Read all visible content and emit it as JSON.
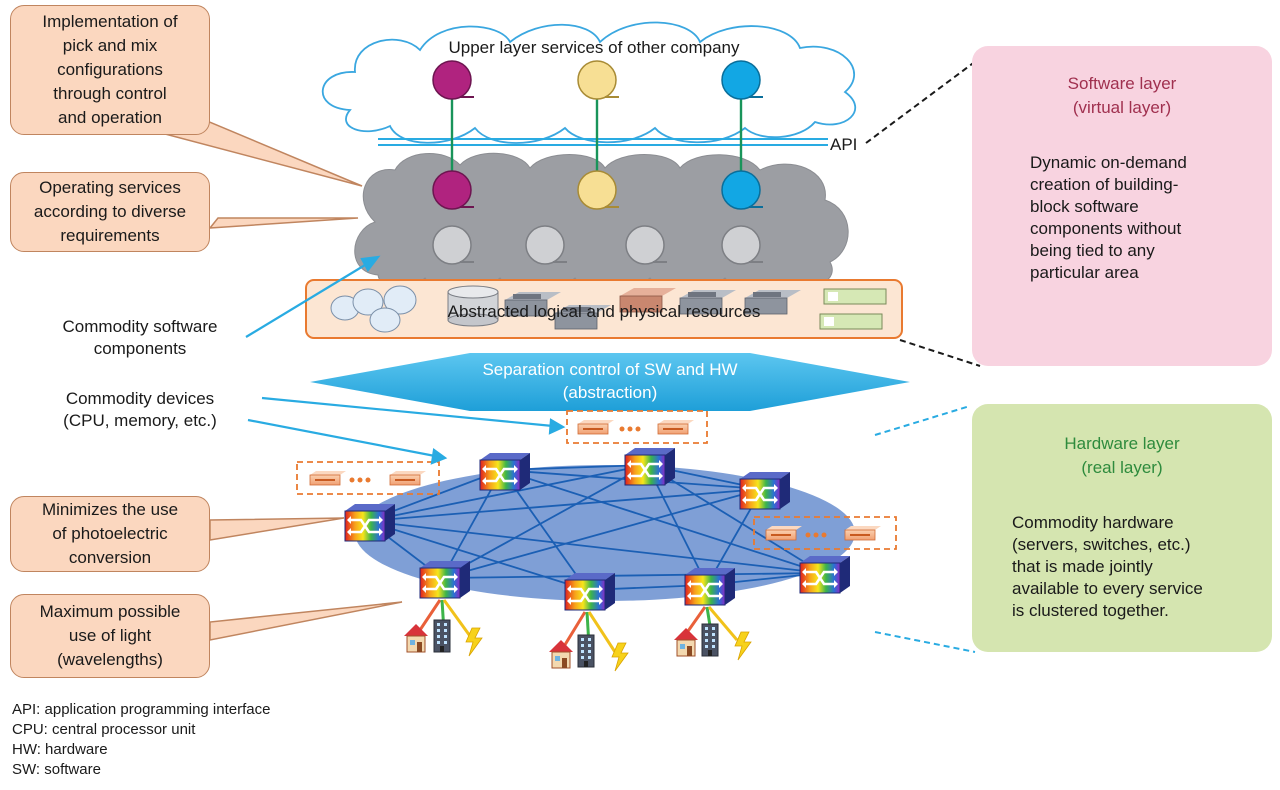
{
  "cloud_title": "Upper layer services of other company",
  "api_label": "API",
  "resources_label": "Abstracted logical and physical resources",
  "separation": {
    "line1": "Separation control of SW and HW",
    "line2": "(abstraction)"
  },
  "callouts": {
    "pick_mix": "Implementation of\npick and mix\nconfigurations\nthrough control\nand operation",
    "operating": "Operating services\naccording to diverse\nrequirements",
    "photoelectric": "Minimizes the use\nof photoelectric\nconversion",
    "light": "Maximum possible\nuse of light\n(wavelengths)"
  },
  "labels": {
    "software_components": "Commodity software\ncomponents",
    "devices": "Commodity devices\n(CPU, memory, etc.)"
  },
  "software_layer": {
    "title": "Software layer\n(virtual layer)",
    "body": "Dynamic on-demand\ncreation of building-\nblock software\ncomponents without\nbeing tied to any\nparticular area"
  },
  "hardware_layer": {
    "title": "Hardware layer\n(real layer)",
    "body": "Commodity hardware\n(servers, switches, etc.)\nthat is made jointly\navailable to every service\nis clustered together."
  },
  "legend": [
    "API: application programming interface",
    "CPU: central processor unit",
    "HW: hardware",
    "SW: software"
  ],
  "colors": {
    "callout_fill": "#fbd7bf",
    "software_fill": "#f8d3e0",
    "software_title": "#a0304f",
    "hardware_fill": "#d5e5b0",
    "hardware_title": "#2e8b3d",
    "service_magenta": "#b0237f",
    "service_yellow": "#f7df94",
    "service_cyan": "#12a7e4",
    "arrow_blue": "#29abe2",
    "network_ellipse": "#7f9fd6"
  }
}
